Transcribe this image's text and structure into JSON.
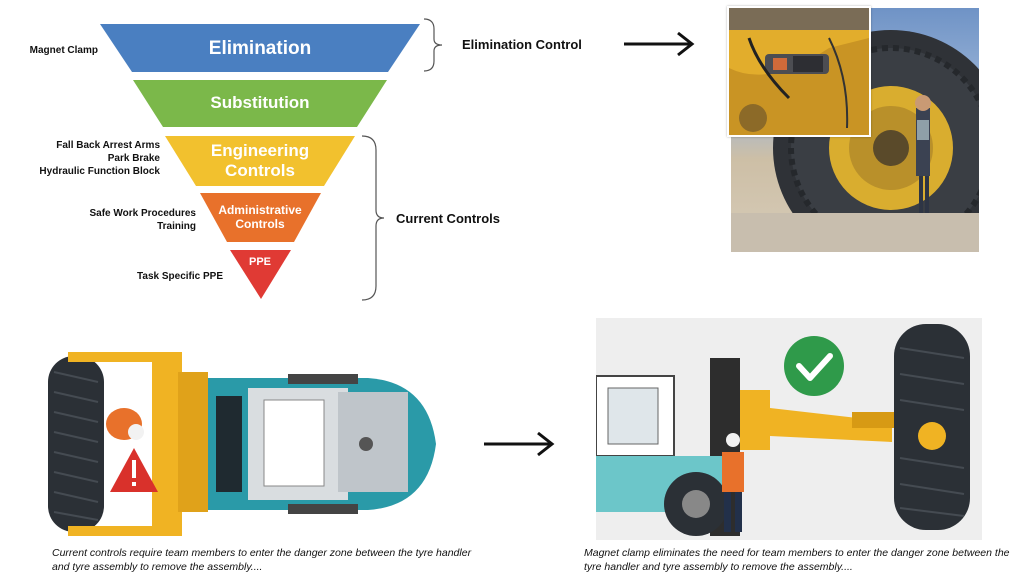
{
  "hierarchy": {
    "tiers": [
      {
        "label": "Elimination",
        "color": "#4a7fc1"
      },
      {
        "label": "Substitution",
        "color": "#7bb84a"
      },
      {
        "label_line1": "Engineering",
        "label_line2": "Controls",
        "color": "#f2c12e"
      },
      {
        "label_line1": "Administrative",
        "label_line2": "Controls",
        "color": "#e8712b"
      },
      {
        "label": "PPE",
        "color": "#e03a34"
      }
    ],
    "left_labels": {
      "elimination": "Magnet Clamp",
      "engineering_1": "Fall Back Arrest Arms",
      "engineering_2": "Park Brake",
      "engineering_3": "Hydraulic Function Block",
      "administrative_1": "Safe Work Procedures",
      "administrative_2": "Training",
      "ppe": "Task Specific PPE"
    },
    "elimination_control_label": "Elimination Control",
    "current_controls_label": "Current Controls"
  },
  "captions": {
    "current": "Current controls require team members to enter the danger zone between the tyre handler and tyre assembly to remove the assembly....",
    "magnet": "Magnet clamp eliminates the need for team members to enter the danger zone between the tyre handler and tyre assembly to remove the assembly...."
  },
  "colors": {
    "handler_yellow": "#f0b323",
    "handler_teal": "#2a9aa8",
    "tyre": "#2b3036",
    "check_green": "#2f9a4a",
    "warning_red": "#d9312b"
  }
}
